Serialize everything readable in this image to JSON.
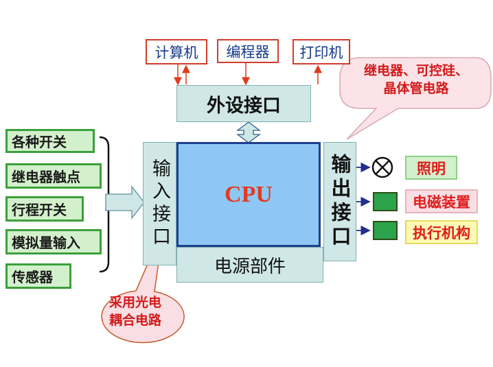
{
  "peripherals": {
    "computer": "计算机",
    "programmer": "编程器",
    "printer": "打印机"
  },
  "peripheral_interface": "外设接口",
  "cpu": "CPU",
  "power_unit": "电源部件",
  "input_interface": "输入接口",
  "output_interface": "输出接口",
  "inputs": [
    "各种开关",
    "继电器触点",
    "行程开关",
    "模拟量输入",
    "传感器"
  ],
  "outputs": {
    "lighting": "照明",
    "solenoid": "电磁装置",
    "actuator": "执行机构"
  },
  "callouts": {
    "output_line1": "继电器、可控硅、",
    "output_line2": "晶体管电路",
    "input_line1": "采用光电",
    "input_line2": "耦合电路"
  }
}
